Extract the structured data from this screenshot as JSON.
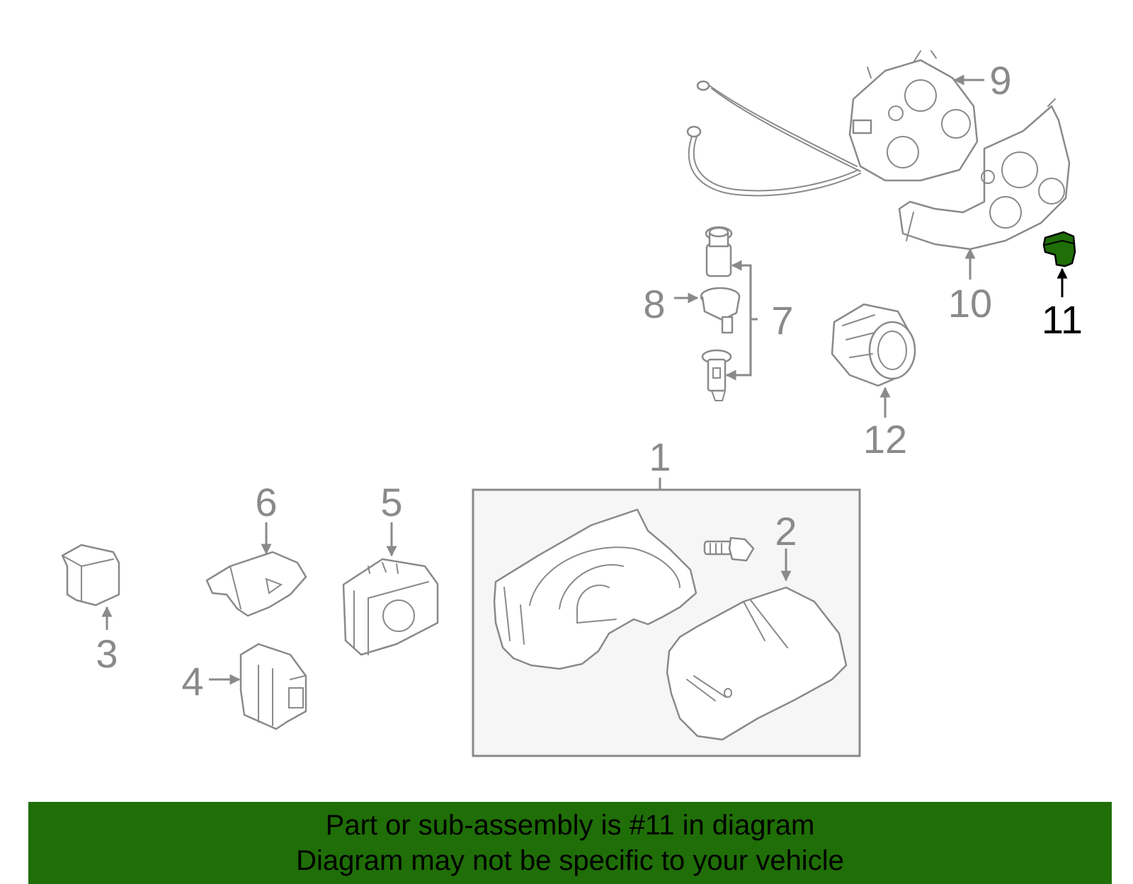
{
  "banner": {
    "line1": "Part or sub-assembly is #11 in diagram",
    "line2": "Diagram may not be specific to your vehicle",
    "background_color": "#1f6e07"
  },
  "highlight": {
    "part_number": "11",
    "fill_color": "#1f6e07"
  },
  "callouts": [
    {
      "id": "1",
      "label": "1"
    },
    {
      "id": "2",
      "label": "2"
    },
    {
      "id": "3",
      "label": "3"
    },
    {
      "id": "4",
      "label": "4"
    },
    {
      "id": "5",
      "label": "5"
    },
    {
      "id": "6",
      "label": "6"
    },
    {
      "id": "7",
      "label": "7"
    },
    {
      "id": "8",
      "label": "8"
    },
    {
      "id": "9",
      "label": "9"
    },
    {
      "id": "10",
      "label": "10"
    },
    {
      "id": "11",
      "label": "11"
    },
    {
      "id": "12",
      "label": "12"
    }
  ]
}
